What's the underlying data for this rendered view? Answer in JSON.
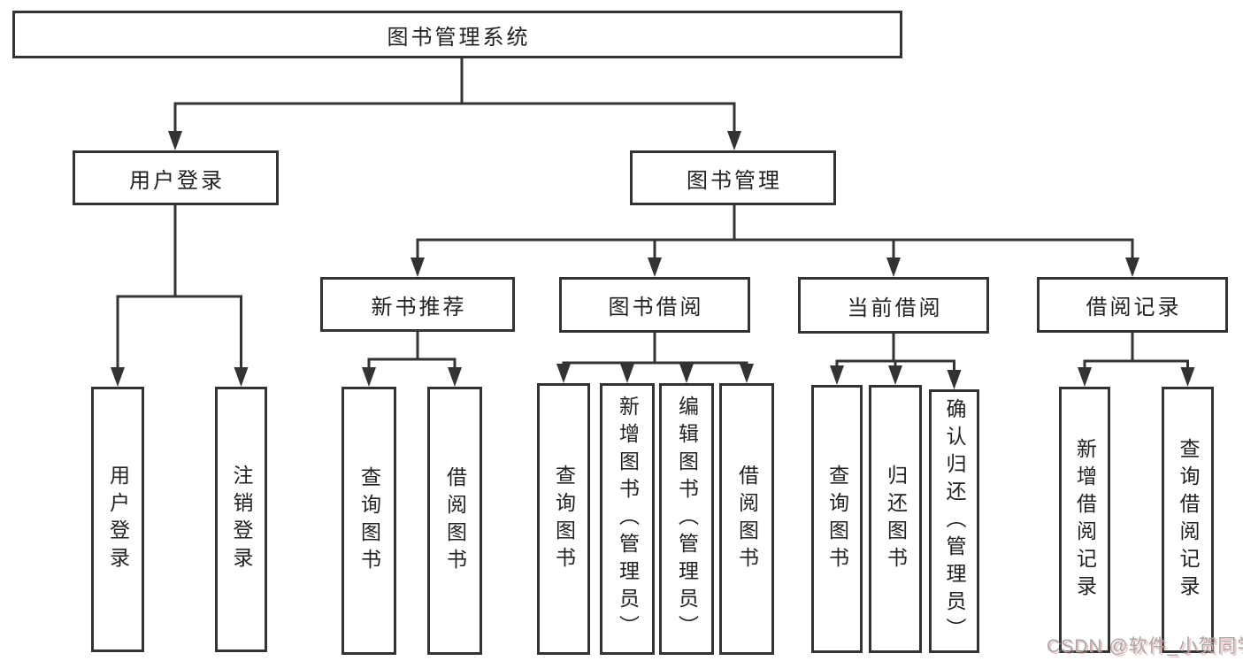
{
  "colors": {
    "line": "#333333",
    "node_border": "#333333",
    "node_text": "#222222",
    "watermark": "#a8a8a8"
  },
  "tree": {
    "label": "图书管理系统",
    "children": [
      {
        "label": "用户登录",
        "children": [
          {
            "label": "用户登录"
          },
          {
            "label": "注销登录"
          }
        ]
      },
      {
        "label": "图书管理",
        "children": [
          {
            "label": "新书推荐",
            "children": [
              {
                "label": "查询图书"
              },
              {
                "label": "借阅图书"
              }
            ]
          },
          {
            "label": "图书借阅",
            "children": [
              {
                "label": "查询图书"
              },
              {
                "label": "新增图书（管理员）"
              },
              {
                "label": "编辑图书（管理员）"
              },
              {
                "label": "借阅图书"
              }
            ]
          },
          {
            "label": "当前借阅",
            "children": [
              {
                "label": "查询图书"
              },
              {
                "label": "归还图书"
              },
              {
                "label": "确认归还（管理员）"
              }
            ]
          },
          {
            "label": "借阅记录",
            "children": [
              {
                "label": "新增借阅记录"
              },
              {
                "label": "查询借阅记录"
              }
            ]
          }
        ]
      }
    ]
  },
  "watermark": {
    "text": "CSDN @软件_小贺同学"
  }
}
